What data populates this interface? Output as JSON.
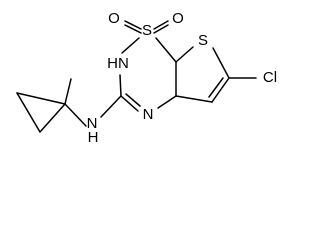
{
  "molecule": {
    "atoms": {
      "o_left": "O",
      "o_right": "O",
      "s_sulfonyl": "S",
      "s_thiophene": "S",
      "nh_ring": "HN",
      "n_ring": "N",
      "nh_amino": "N",
      "h_amino": "H",
      "cl": "Cl"
    }
  },
  "colors": {
    "bond": "#000000",
    "label": "#000000",
    "background": "#ffffff"
  }
}
